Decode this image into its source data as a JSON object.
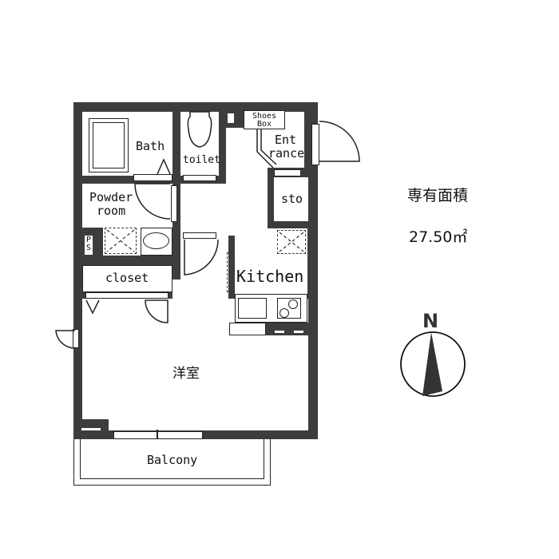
{
  "floorplan": {
    "rooms": {
      "bath": "Bath",
      "toilet": "toilet",
      "shoes_box_line1": "Shoes",
      "shoes_box_line2": "Box",
      "entrance_line1": "Ent",
      "entrance_line2": "rance",
      "storage": "sto",
      "powder_room_line1": "Powder",
      "powder_room_line2": "room",
      "pipe_space_line1": "P",
      "pipe_space_line2": "S",
      "closet": "closet",
      "kitchen": "Kitchen",
      "western_room": "洋室",
      "balcony": "Balcony"
    }
  },
  "info": {
    "area_label": "専有面積",
    "area_value": "27.50㎡"
  },
  "compass": {
    "north_label": "N"
  },
  "colors": {
    "wall": "#3d3d3d",
    "line": "#222222",
    "background": "#ffffff"
  }
}
